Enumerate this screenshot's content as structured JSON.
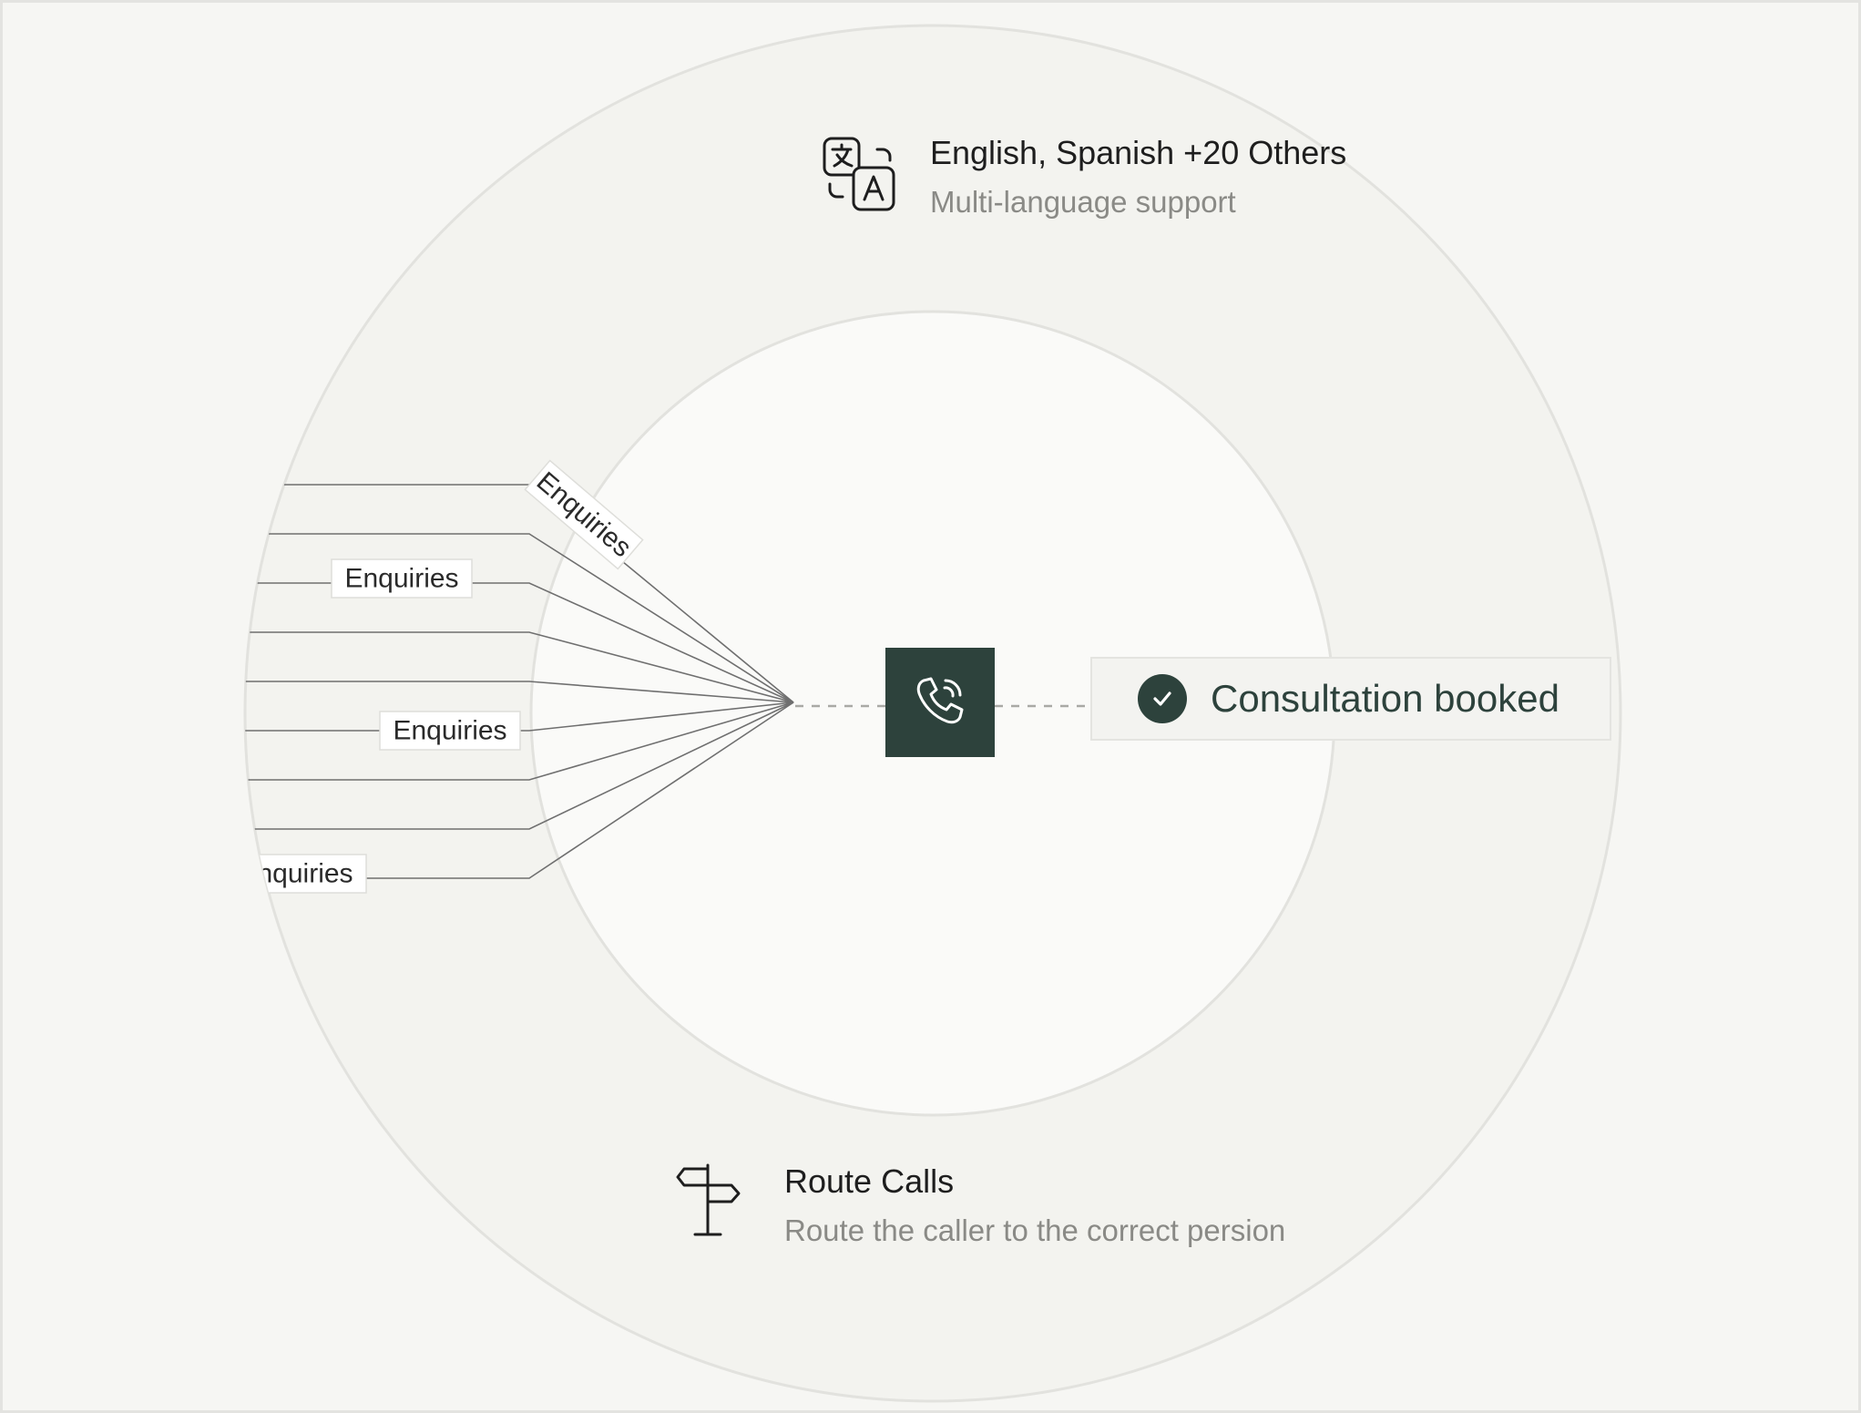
{
  "features": {
    "languages": {
      "title": "English, Spanish +20 Others",
      "subtitle": "Multi-language support",
      "icon": "translate-icon"
    },
    "routing": {
      "title": "Route Calls",
      "subtitle": "Route the caller to the correct persion",
      "icon": "signpost-icon"
    }
  },
  "center": {
    "icon": "phone-ringing-icon"
  },
  "status": {
    "label": "Consultation booked",
    "icon": "check-circle-icon"
  },
  "call_lines": {
    "tags": [
      "Enquiries",
      "Enquiries",
      "Enquiries",
      "Enquiries"
    ]
  },
  "colors": {
    "accent": "#2d423c",
    "outer_ring": "#f3f3ef",
    "inner_disc": "#fafaf8",
    "ring_stroke": "#e2e2de",
    "line": "#6f6f6f"
  }
}
